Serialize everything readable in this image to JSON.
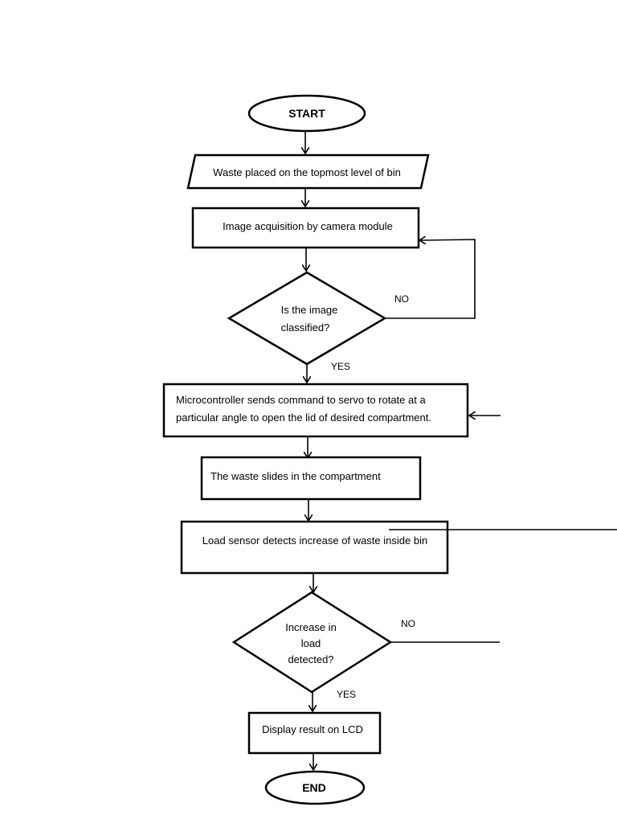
{
  "nodes": {
    "start": {
      "label": "START"
    },
    "waste_placed": {
      "label": "Waste placed on the topmost level of bin"
    },
    "image_acquisition": {
      "label": "Image acquisition by camera module"
    },
    "image_classified": {
      "line1": "Is the image",
      "line2": "classified?"
    },
    "microcontroller": {
      "line1": "Microcontroller sends command to servo to rotate at a",
      "line2": "particular angle to open the lid of desired compartment."
    },
    "waste_slides": {
      "label": "The waste slides in the compartment"
    },
    "load_sensor": {
      "label": "Load sensor detects increase of waste inside bin"
    },
    "load_detected": {
      "line1": "Increase in",
      "line2": "load",
      "line3": "detected?"
    },
    "display_result": {
      "label": "Display result on LCD"
    },
    "end": {
      "label": "END"
    }
  },
  "edge_labels": {
    "classified_no": "NO",
    "classified_yes": "YES",
    "load_no": "NO",
    "load_yes": "YES"
  }
}
